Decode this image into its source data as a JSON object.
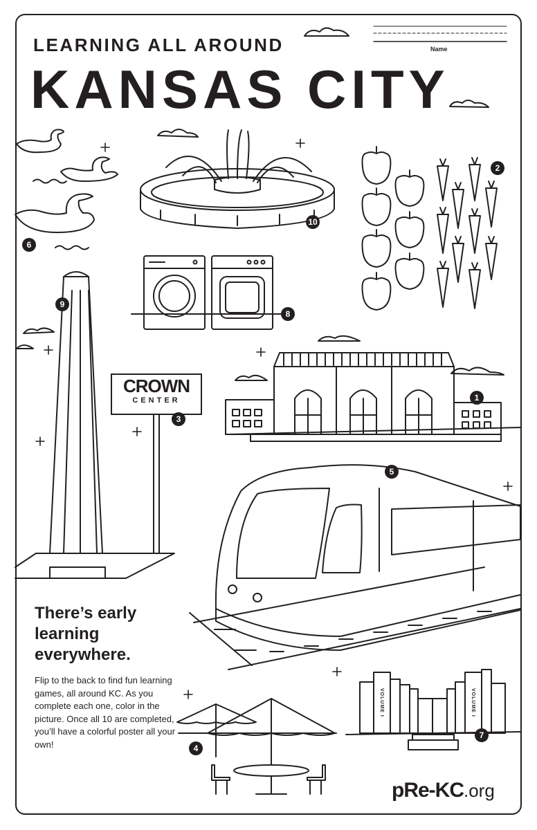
{
  "header": {
    "subtitle": "LEARNING ALL AROUND",
    "title": "KANSAS CITY",
    "name_label": "Name"
  },
  "callout": {
    "headline": "There’s early learning everywhere.",
    "body": "Flip to the back to find fun learning games, all around KC. As you complete each one, color in the picture. Once all 10 are completed, you’ll have a colorful poster all your own!"
  },
  "logo": {
    "pre": "pRe-KC",
    "suffix": ".org"
  },
  "crown_sign": {
    "line1": "CROWN",
    "line2": "CENTER"
  },
  "book_label": "VOLUME I",
  "badges": [
    "1",
    "2",
    "3",
    "4",
    "5",
    "6",
    "7",
    "8",
    "9",
    "10"
  ],
  "colors": {
    "ink": "#231f20",
    "paper": "#ffffff"
  }
}
